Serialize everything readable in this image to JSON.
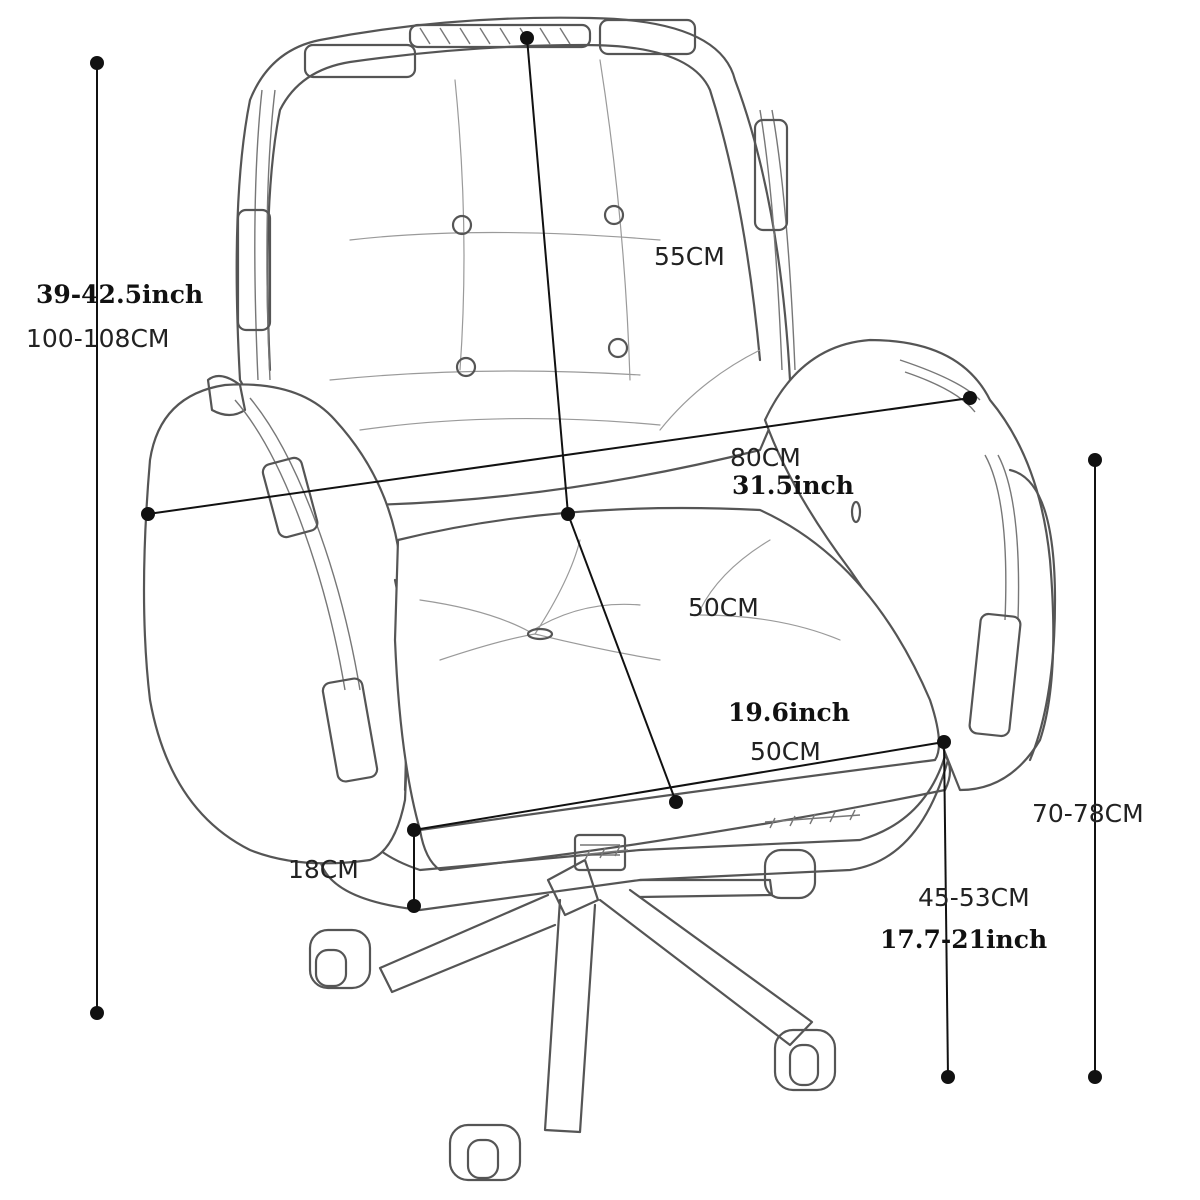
{
  "colors": {
    "line": "#111111",
    "chair": "#555555",
    "background": "#ffffff"
  },
  "dimensions": {
    "total_height": {
      "inch": "39-42.5inch",
      "cm": "100-108CM"
    },
    "back_height": {
      "cm": "55CM"
    },
    "total_width": {
      "cm": "80CM",
      "inch": "31.5inch"
    },
    "seat_depth": {
      "cm": "50CM"
    },
    "seat_width": {
      "inch": "19.6inch",
      "cm": "50CM"
    },
    "arm_height": {
      "cm": "18CM"
    },
    "seat_height": {
      "cm": "45-53CM",
      "inch": "17.7-21inch"
    },
    "arm_total_height": {
      "cm": "70-78CM"
    }
  }
}
